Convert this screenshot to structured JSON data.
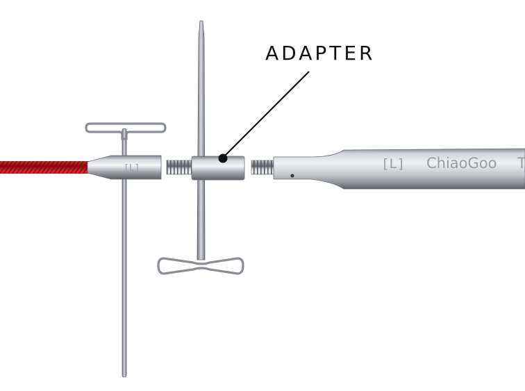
{
  "callout": {
    "label": "ADAPTER"
  },
  "needle_tip": {
    "size_mark": "[L]",
    "brand": "ChiaoGoo",
    "brand_tail": "T"
  },
  "cable_connector": {
    "size_mark": "[L]"
  },
  "colors": {
    "cable": "#c0161b",
    "metal": "#b8bcc2",
    "background": "#ffffff"
  }
}
